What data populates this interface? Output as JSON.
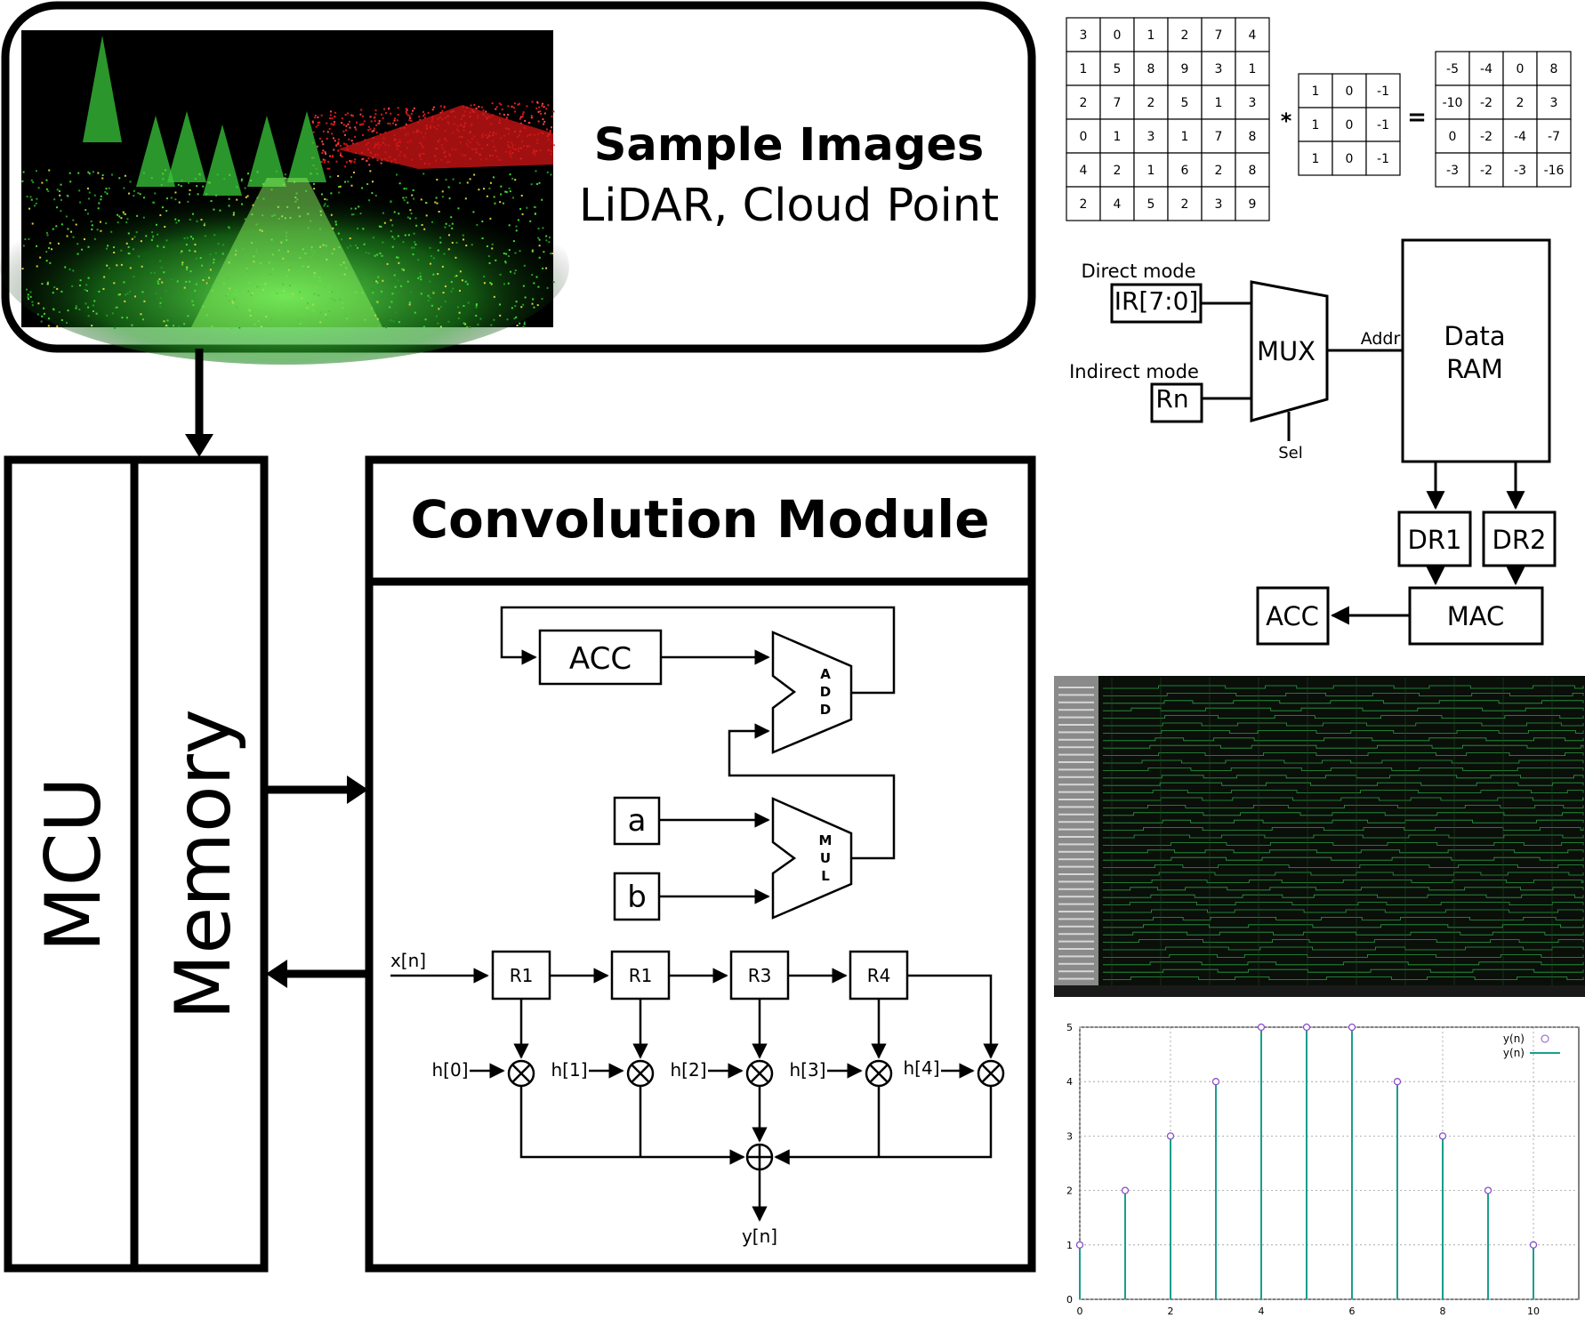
{
  "sample": {
    "title": "Sample Images",
    "subtitle": "LiDAR, Cloud Point"
  },
  "blocks": {
    "mcu": "MCU",
    "memory": "Memory",
    "conv_title": "Convolution Module"
  },
  "mac_unit": {
    "acc": "ACC",
    "add_letters": [
      "A",
      "D",
      "D"
    ],
    "mul_letters": [
      "M",
      "U",
      "L"
    ],
    "a": "a",
    "b": "b"
  },
  "fir": {
    "input": "x[n]",
    "output": "y[n]",
    "registers": [
      "R1",
      "R1",
      "R3",
      "R4"
    ],
    "taps": [
      "h[0]",
      "h[1]",
      "h[2]",
      "h[3]",
      "h[4]"
    ]
  },
  "matrix_op": {
    "input": [
      [
        "3",
        "0",
        "1",
        "2",
        "7",
        "4"
      ],
      [
        "1",
        "5",
        "8",
        "9",
        "3",
        "1"
      ],
      [
        "2",
        "7",
        "2",
        "5",
        "1",
        "3"
      ],
      [
        "0",
        "1",
        "3",
        "1",
        "7",
        "8"
      ],
      [
        "4",
        "2",
        "1",
        "6",
        "2",
        "8"
      ],
      [
        "2",
        "4",
        "5",
        "2",
        "3",
        "9"
      ]
    ],
    "operator": "*",
    "kernel": [
      [
        "1",
        "0",
        "-1"
      ],
      [
        "1",
        "0",
        "-1"
      ],
      [
        "1",
        "0",
        "-1"
      ]
    ],
    "equals": "=",
    "output": [
      [
        "-5",
        "-4",
        "0",
        "8"
      ],
      [
        "-10",
        "-2",
        "2",
        "3"
      ],
      [
        "0",
        "-2",
        "-4",
        "-7"
      ],
      [
        "-3",
        "-2",
        "-3",
        "-16"
      ]
    ]
  },
  "datapath": {
    "direct_mode": "Direct mode",
    "ir": "IR[7:0]",
    "indirect_mode": "Indirect mode",
    "rn": "Rn",
    "mux": "MUX",
    "sel": "Sel",
    "addr": "Addr",
    "data_ram_line1": "Data",
    "data_ram_line2": "RAM",
    "dr1": "DR1",
    "dr2": "DR2",
    "acc": "ACC",
    "mac": "MAC"
  },
  "colors": {
    "stem": "#1a9e8c",
    "marker": "#8a4fc9",
    "wave_bg": "#0a0f0a",
    "wave_line": "#2fb84a",
    "wave_panel": "#8a8a8a"
  },
  "chart_data": {
    "type": "stem",
    "x": [
      0,
      1,
      2,
      3,
      4,
      5,
      6,
      7,
      8,
      9,
      10
    ],
    "y": [
      1,
      2,
      3,
      4,
      5,
      5,
      5,
      4,
      3,
      2,
      1
    ],
    "xlim": [
      0,
      11
    ],
    "ylim": [
      0,
      5
    ],
    "xticks": [
      "0",
      "2",
      "4",
      "6",
      "8",
      "10"
    ],
    "yticks": [
      "0",
      "1",
      "2",
      "3",
      "4",
      "5"
    ],
    "legend": [
      "y(n)",
      "y(n)"
    ],
    "legend_position": "top-right",
    "grid": true
  }
}
